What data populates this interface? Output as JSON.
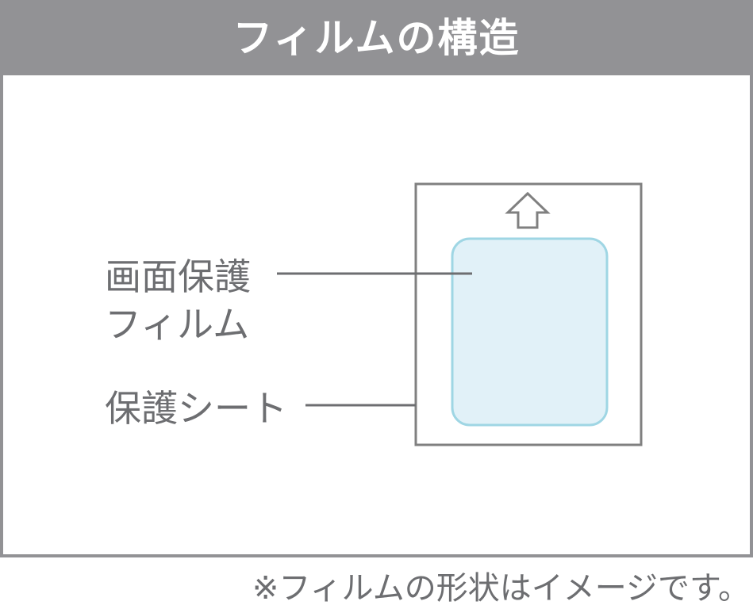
{
  "header": {
    "title": "フィルムの構造"
  },
  "labels": {
    "film_line1": "画面保護",
    "film_line2": "フィルム",
    "sheet": "保護シート"
  },
  "note": "※フィルムの形状はイメージです。",
  "colors": {
    "header_bg": "#929295",
    "frame": "#929295",
    "outline": "#808080",
    "leader": "#6d6e71",
    "text": "#6d6e71",
    "film_fill": "#e1f1f8",
    "film_stroke": "#9fd6e4"
  },
  "icons": {
    "peel_direction": "up-arrow-icon"
  }
}
